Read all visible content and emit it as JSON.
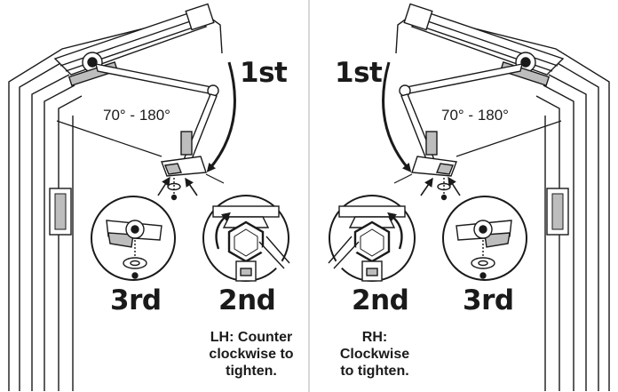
{
  "left": {
    "step1": "1st",
    "step2": "2nd",
    "step3": "3rd",
    "angle": "70° - 180°",
    "note_lines": [
      "LH: Counter",
      "clockwise to",
      "tighten."
    ]
  },
  "right": {
    "step1": "1st",
    "step2": "2nd",
    "step3": "3rd",
    "angle": "70° - 180°",
    "note_lines": [
      "RH:",
      "Clockwise",
      "to tighten."
    ]
  },
  "colors": {
    "ink": "#1a1a1a",
    "shade": "#bdbdbd",
    "divider": "#b0b0b0"
  }
}
